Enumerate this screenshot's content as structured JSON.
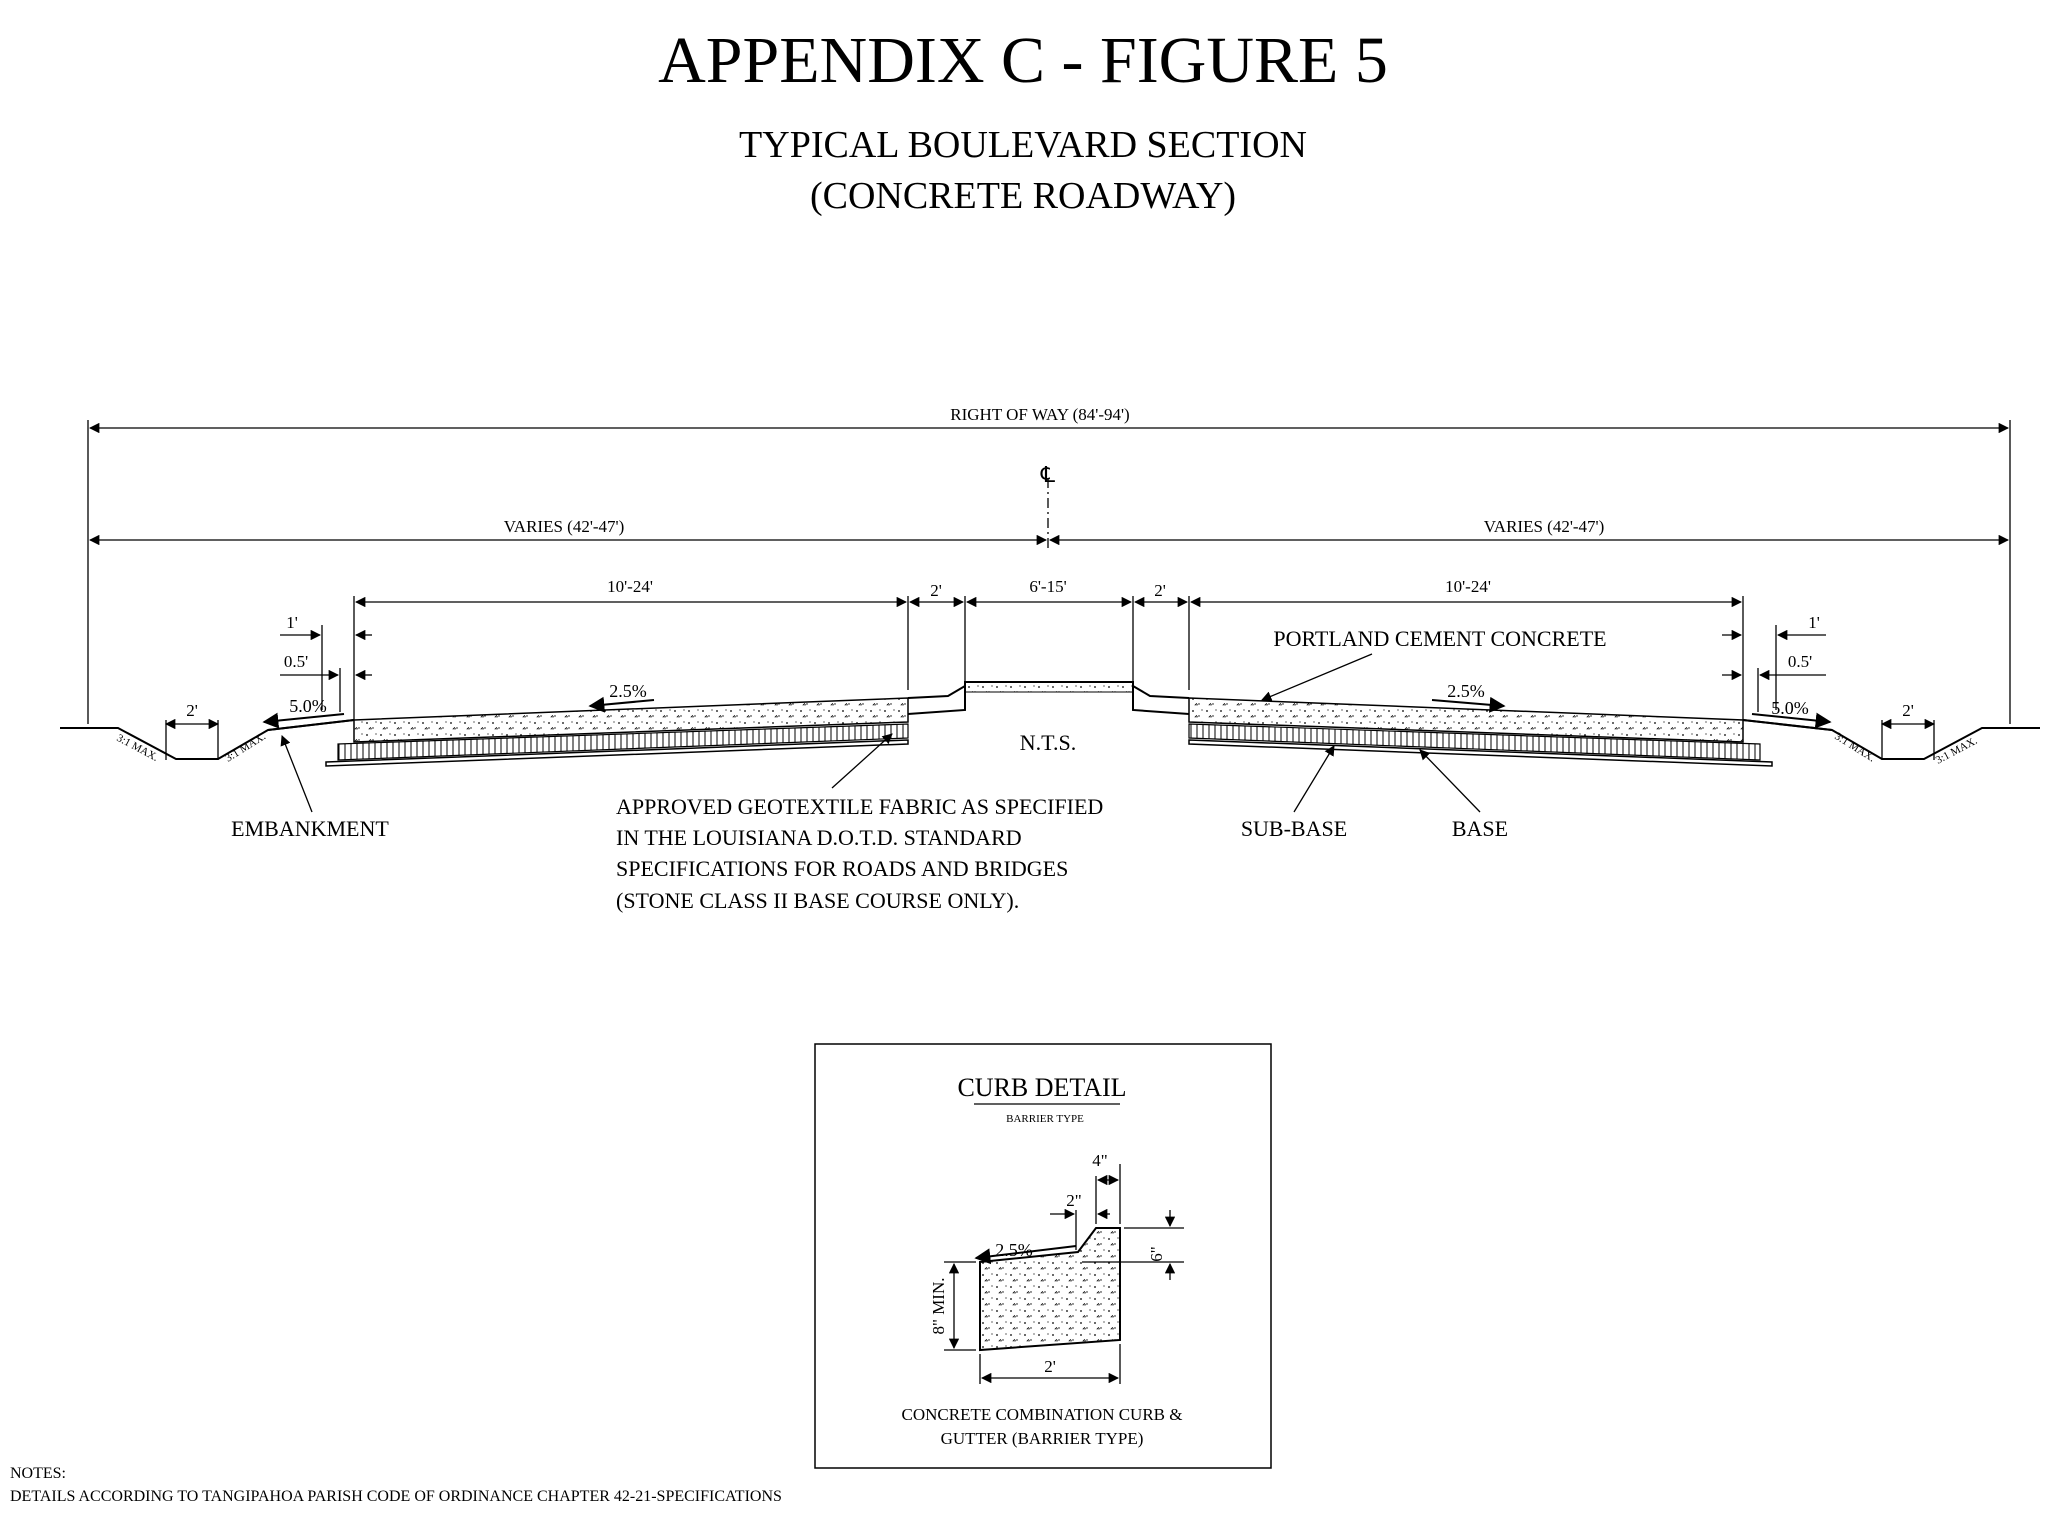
{
  "title": "APPENDIX C - FIGURE 5",
  "subtitle_line1": "TYPICAL  BOULEVARD SECTION",
  "subtitle_line2": "(CONCRETE ROADWAY)",
  "dimensions": {
    "right_of_way": "RIGHT OF WAY (84'-94')",
    "centerline": "℄",
    "varies_left": "VARIES (42'-47')",
    "varies_right": "VARIES (42'-47')",
    "lane_left": "10'-24'",
    "lane_right": "10'-24'",
    "gutter_left": "2'",
    "gutter_right": "2'",
    "median": "6'-15'",
    "one_ft_left": "1'",
    "half_ft_left": "0.5'",
    "one_ft_right": "1'",
    "half_ft_right": "0.5'",
    "ditch_left": "2'",
    "ditch_right": "2'"
  },
  "slopes": {
    "lane_left": "2.5%",
    "lane_right": "2.5%",
    "shoulder_left": "5.0%",
    "shoulder_right": "5.0%",
    "side_slope": "3:1 MAX."
  },
  "labels": {
    "portland": "PORTLAND CEMENT CONCRETE",
    "nts": "N.T.S.",
    "embankment": "EMBANKMENT",
    "subbase": "SUB-BASE",
    "base": "BASE",
    "geotextile": [
      "APPROVED GEOTEXTILE FABRIC AS SPECIFIED",
      "IN THE LOUISIANA D.O.T.D. STANDARD",
      "SPECIFICATIONS FOR ROADS AND BRIDGES",
      "(STONE CLASS II BASE COURSE ONLY)."
    ]
  },
  "curb_detail": {
    "title": "CURB DETAIL",
    "subtitle": "BARRIER TYPE",
    "dim_4in": "4\"",
    "dim_2in": "2\"",
    "dim_6in": "6\"",
    "dim_8in": "8\" MIN.",
    "dim_2ft": "2'",
    "slope": "2.5%",
    "caption_line1": "CONCRETE COMBINATION CURB &",
    "caption_line2": "GUTTER (BARRIER TYPE)"
  },
  "notes": {
    "heading": "NOTES:",
    "line1": "DETAILS ACCORDING TO TANGIPAHOA PARISH CODE OF ORDINANCE CHAPTER 42-21-SPECIFICATIONS"
  }
}
